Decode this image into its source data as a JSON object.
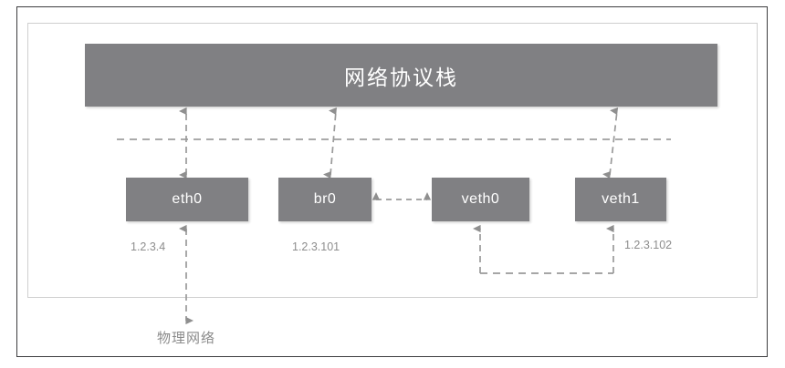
{
  "diagram": {
    "title_box": {
      "label": "网络协议栈",
      "fill": "#808083",
      "text_color": "#ffffff"
    },
    "interfaces": [
      {
        "id": "eth0",
        "label": "eth0",
        "ip": "1.2.3.4"
      },
      {
        "id": "br0",
        "label": "br0",
        "ip": "1.2.3.101"
      },
      {
        "id": "veth0",
        "label": "veth0",
        "ip": ""
      },
      {
        "id": "veth1",
        "label": "veth1",
        "ip": "1.2.3.102"
      }
    ],
    "ip_labels": {
      "eth0": "1.2.3.4",
      "br0": "1.2.3.101",
      "veth1": "1.2.3.102"
    },
    "bottom_label": "物理网络",
    "colors": {
      "box_fill": "#808083",
      "box_text": "#ffffff",
      "wire": "#9a9a9a",
      "label_text": "#8d8d8d",
      "outer_border": "#3d3d3f",
      "inner_border": "#cfcfcf",
      "background": "#ffffff"
    },
    "connectors": [
      {
        "from": "eth0",
        "to": "网络协议栈",
        "style": "dashed",
        "arrows": "both"
      },
      {
        "from": "br0",
        "to": "网络协议栈",
        "style": "dashed",
        "arrows": "both"
      },
      {
        "from": "veth1",
        "to": "网络协议栈",
        "style": "dashed",
        "arrows": "both"
      },
      {
        "from": "br0",
        "to": "veth0",
        "style": "dashed",
        "arrows": "both"
      },
      {
        "from": "veth0",
        "to": "veth1",
        "style": "dashed",
        "arrows": "both"
      },
      {
        "from": "eth0",
        "to": "物理网络",
        "style": "dashed",
        "arrows": "both"
      },
      {
        "from": "bus",
        "to": "horizontal-dashed-bus",
        "style": "dashed",
        "arrows": "none"
      }
    ]
  }
}
